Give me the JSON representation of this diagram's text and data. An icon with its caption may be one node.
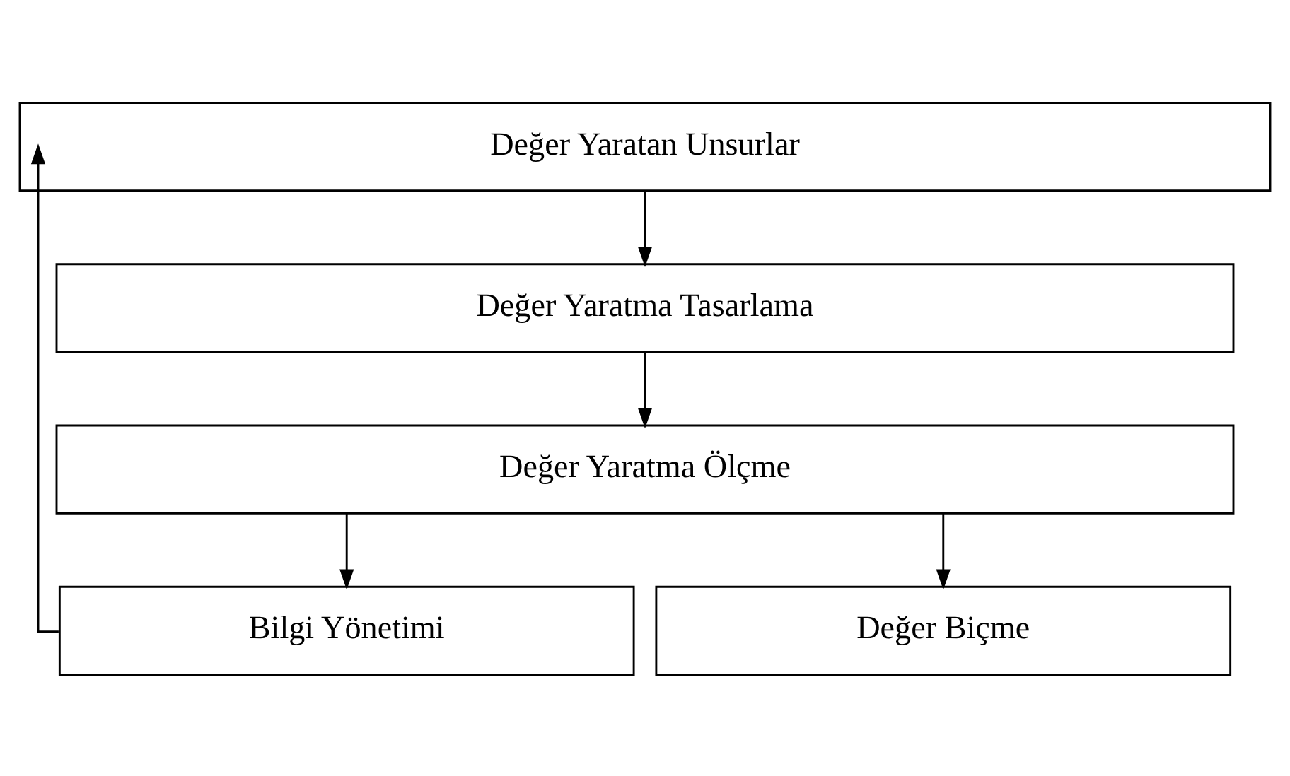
{
  "diagram": {
    "nodes": [
      {
        "text": [
          "Değer Yaratan Unsurlar"
        ]
      },
      {
        "text": [
          "Değer Yaratma Tasarlama"
        ]
      },
      {
        "text": [
          "Değer Yaratma Ölçme"
        ]
      },
      {
        "text": [
          "Bilgi Yönetimi"
        ]
      },
      {
        "text": [
          "Değer Biçme"
        ]
      }
    ],
    "edges": [
      {
        "from": 0,
        "to": 1,
        "arrow": "to"
      },
      {
        "from": 1,
        "to": 2,
        "arrow": "to"
      },
      {
        "from": 2,
        "to": 3,
        "arrow": "to"
      },
      {
        "from": 2,
        "to": 4,
        "arrow": "to"
      },
      {
        "from": 3,
        "to": 0,
        "arrow": "to"
      }
    ]
  }
}
